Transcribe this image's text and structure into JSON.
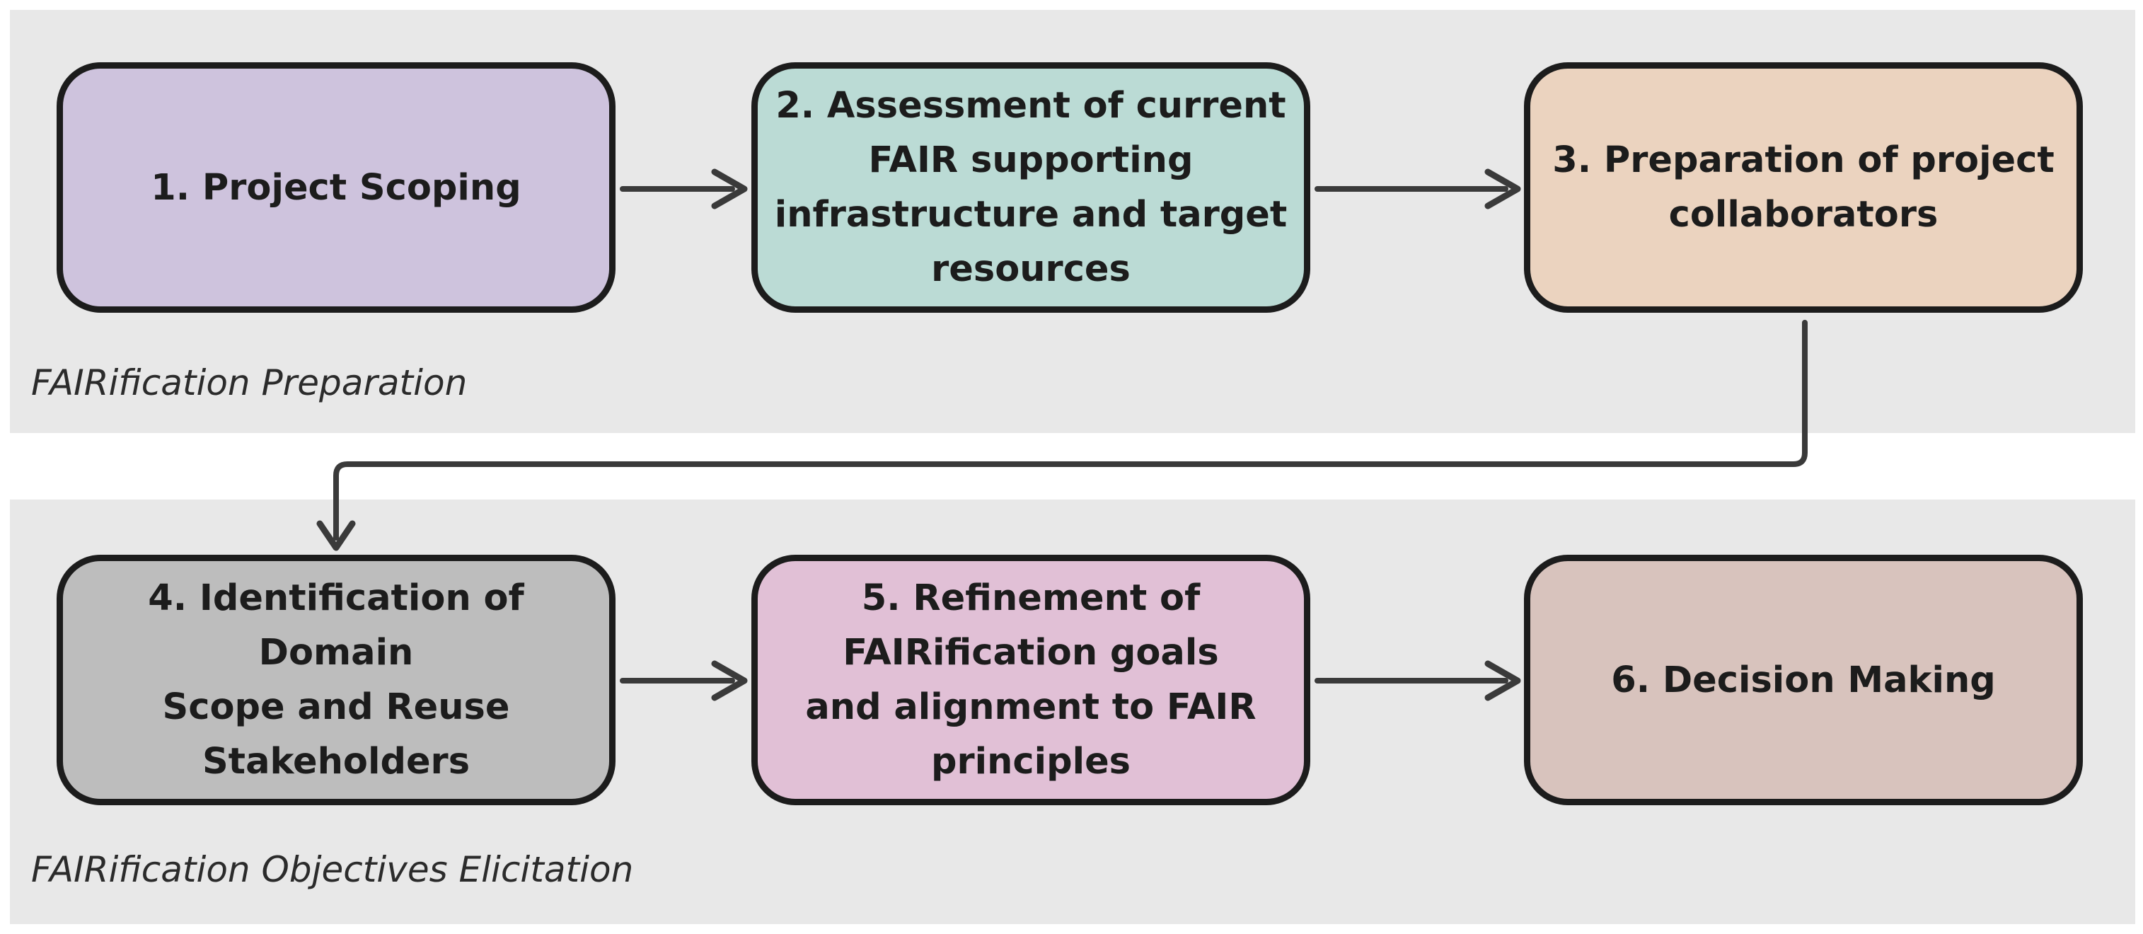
{
  "phases": [
    {
      "label": "FAIRification Preparation"
    },
    {
      "label": "FAIRification Objectives Elicitation"
    }
  ],
  "steps": [
    {
      "label": "1. Project Scoping",
      "color": "#cec3dd"
    },
    {
      "label": "2. Assessment of current\nFAIR supporting\ninfrastructure and target\nresources",
      "color": "#bbdbd5"
    },
    {
      "label": "3. Preparation of project\ncollaborators",
      "color": "#ebd3bf"
    },
    {
      "label": "4. Identification of Domain\nScope and Reuse\nStakeholders",
      "color": "#bdbdbd"
    },
    {
      "label": "5. Refinement of\nFAIRification goals\nand alignment to FAIR\nprinciples",
      "color": "#e1c0d6"
    },
    {
      "label": "6. Decision Making",
      "color": "#d8c3bd"
    }
  ],
  "flow": [
    {
      "from": "1",
      "to": "2"
    },
    {
      "from": "2",
      "to": "3"
    },
    {
      "from": "3",
      "to": "4"
    },
    {
      "from": "4",
      "to": "5"
    },
    {
      "from": "5",
      "to": "6"
    }
  ],
  "colors": {
    "panel": "#e8e8e8",
    "stroke": "#1c1c1c",
    "connector": "#3a3a3a"
  }
}
